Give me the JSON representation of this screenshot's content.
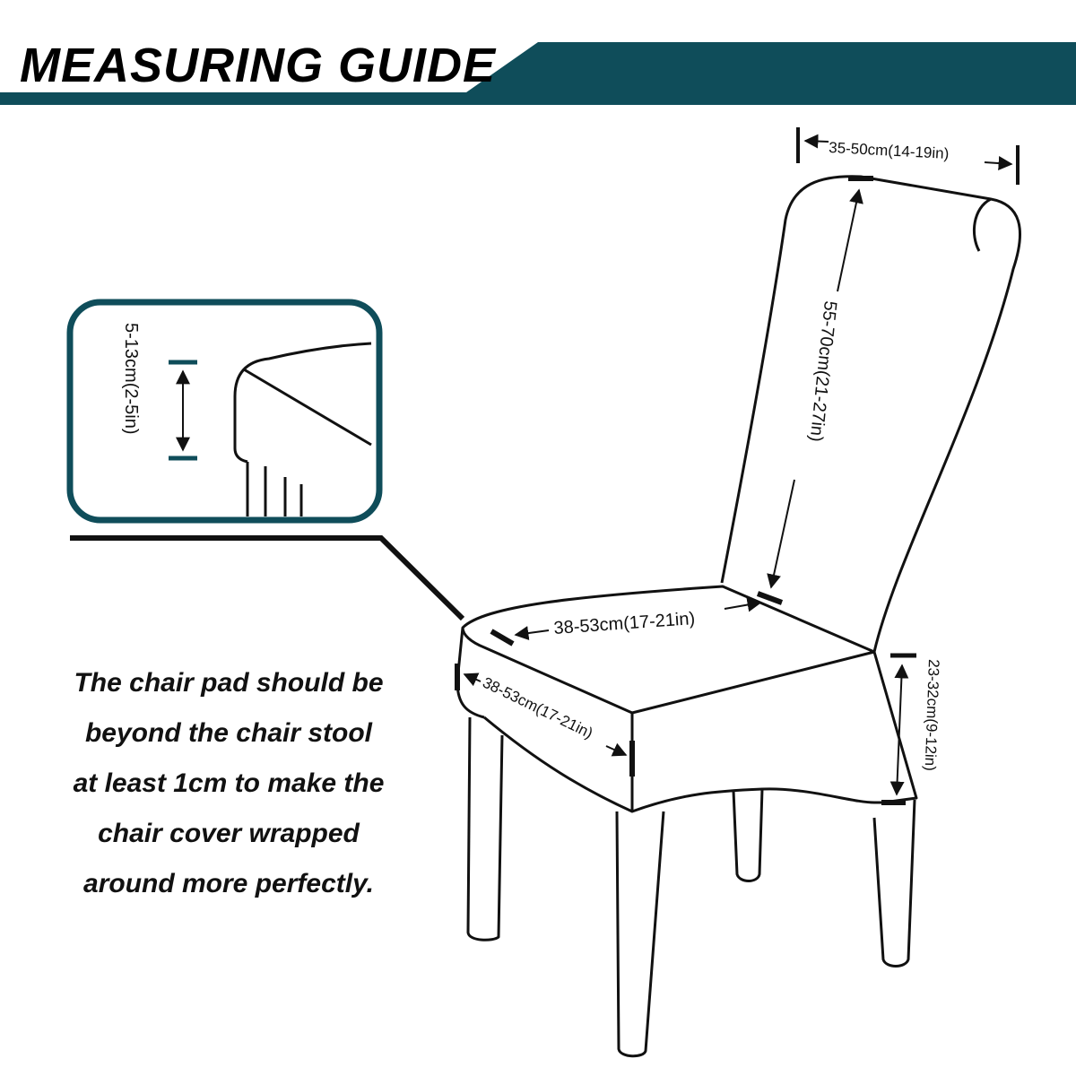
{
  "header": {
    "title": "MEASURING GUIDE",
    "band_color": "#0f4d5a"
  },
  "measurements": {
    "backrest_width": "35-50cm(14-19in)",
    "backrest_height": "55-70cm(21-27in)",
    "seat_depth": "38-53cm(17-21in)",
    "seat_width": "38-53cm(17-21in)",
    "seat_height": "23-32cm(9-12in)",
    "pad_thickness": "5-13cm(2-5in)"
  },
  "note": {
    "lines": [
      "The chair pad should be",
      "beyond the chair stool",
      "at least 1cm to make the",
      "chair cover wrapped",
      "around more perfectly."
    ]
  },
  "colors": {
    "accent": "#0f4d5a",
    "outline": "#111111"
  }
}
